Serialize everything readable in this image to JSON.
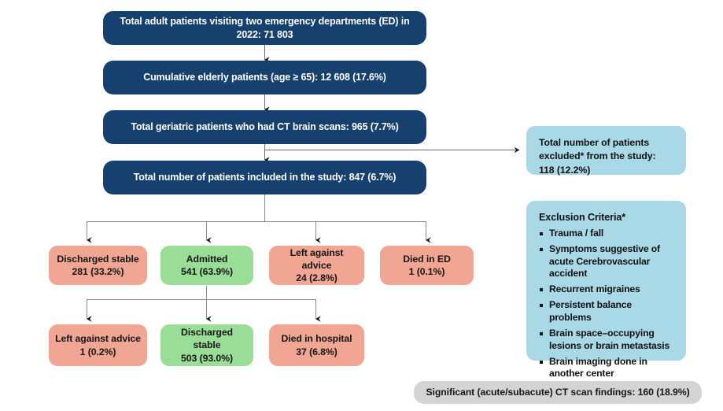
{
  "figure": {
    "type": "flowchart",
    "title": "Patient selection flow diagram"
  },
  "flow": {
    "nodes": [
      {
        "id": "total-adults",
        "label": "Total adult patients visiting two emergency departments (ED) in 2022: 71 803",
        "color": "#16406e"
      },
      {
        "id": "elderly",
        "label": "Cumulative elderly patients (age ≥ 65): 12 608 (17.6%)",
        "color": "#16406e"
      },
      {
        "id": "ct-scans",
        "label": "Total geriatric patients who had CT brain scans: 965 (7.7%)",
        "color": "#16406e"
      },
      {
        "id": "included",
        "label": "Total number of patients included in the study: 847 (6.7%)",
        "color": "#16406e"
      }
    ]
  },
  "excluded_box": {
    "line1": "Total number of patients",
    "line2": "excluded* from the study:",
    "line3": "118 (12.2%)",
    "color": "#a9d8e7"
  },
  "exclusion_criteria": {
    "title": "Exclusion Criteria*",
    "items": [
      "Trauma / fall",
      "Symptoms suggestive of acute Cerebrovascular accident",
      "Recurrent migraines",
      "Persistent balance problems",
      "Brain space–occupying lesions or brain metastasis",
      "Brain imaging done in another center"
    ],
    "color": "#a9d8e7"
  },
  "ed_outcomes": {
    "boxes": [
      {
        "id": "discharged-stable-ed",
        "line1": "Discharged stable",
        "line2": "281 (33.2%)",
        "count": 281,
        "percent": 33.2,
        "color": "#f0a692"
      },
      {
        "id": "admitted",
        "line1": "Admitted",
        "line2": "541 (63.9%)",
        "count": 541,
        "percent": 63.9,
        "color": "#99dd96"
      },
      {
        "id": "left-against-advice-ed",
        "line1": "Left against advice",
        "line2": "24 (2.8%)",
        "count": 24,
        "percent": 2.8,
        "color": "#f0a692"
      },
      {
        "id": "died-in-ed",
        "line1": "Died in ED",
        "line2": "1 (0.1%)",
        "count": 1,
        "percent": 0.1,
        "color": "#f0a692"
      }
    ]
  },
  "admitted_outcomes": {
    "boxes": [
      {
        "id": "left-against-advice-admitted",
        "line1": "Left against advice",
        "line2": "1 (0.2%)",
        "count": 1,
        "percent": 0.2,
        "color": "#f0a692"
      },
      {
        "id": "discharged-stable-admitted",
        "line1": "Discharged stable",
        "line2": "503 (93.0%)",
        "count": 503,
        "percent": 93.0,
        "color": "#99dd96"
      },
      {
        "id": "died-in-hospital",
        "line1": "Died in hospital",
        "line2": "37 (6.8%)",
        "count": 37,
        "percent": 6.8,
        "color": "#f0a692"
      }
    ]
  },
  "footer_note": {
    "label": "Significant (acute/subacute) CT scan findings: 160 (18.9%)",
    "count": 160,
    "percent": 18.9,
    "color": "#d4d4d4"
  }
}
